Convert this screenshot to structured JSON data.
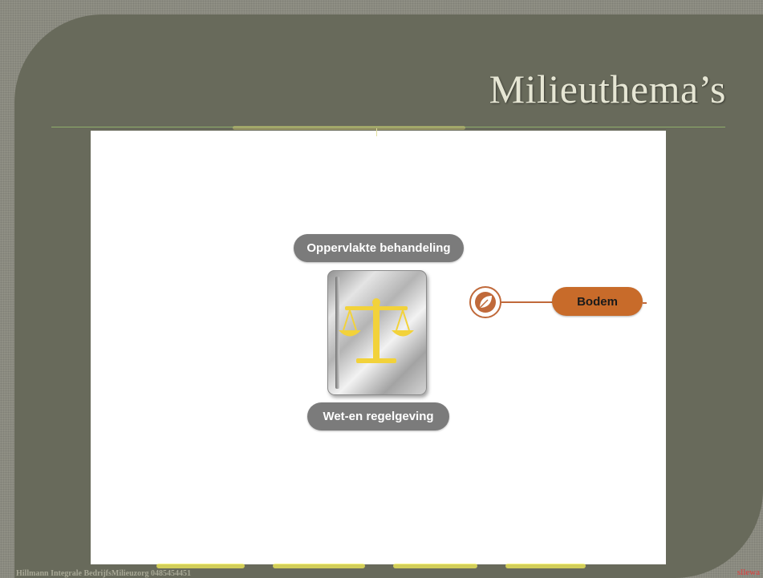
{
  "slide": {
    "title": "Milieuthema’s",
    "footer": "Hillmann Integrale BedrijfsMilieuzorg 0485454451",
    "footer_mark": "sllewa"
  },
  "diagram": {
    "central_icon": "law-scales-book-icon",
    "top_label": "Oppervlakte behandeling",
    "bottom_label": "Wet-en regelgeving",
    "branch": {
      "icon": "leaf-icon",
      "label": "Bodem"
    }
  },
  "colors": {
    "panel": "#686a5b",
    "title": "#e6e6d4",
    "pill_gray": "#7b7b7b",
    "branch_orange": "#c86b2a",
    "scales_yellow": "#f2d23a"
  }
}
